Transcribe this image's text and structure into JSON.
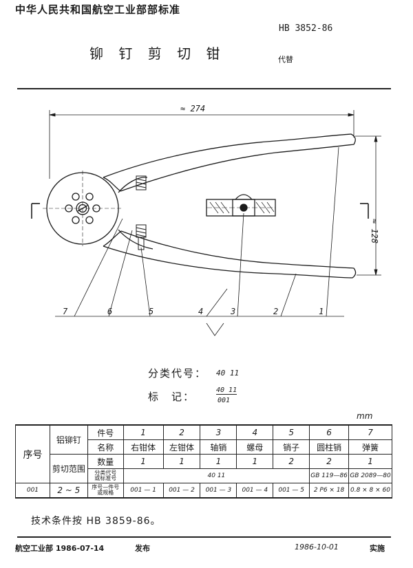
{
  "header": {
    "org": "中华人民共和国航空工业部部标准",
    "code": "HB 3852-86",
    "title": "铆 钉 剪 切 钳",
    "replaces": "代替"
  },
  "drawing": {
    "dim_width": "≈ 274",
    "dim_height": "≈ 128",
    "callouts": [
      "7",
      "6",
      "5",
      "4",
      "3",
      "2",
      "1"
    ]
  },
  "classification": {
    "label": "分类代号：",
    "value": "40 11",
    "mark_label": "标　记：",
    "mark_top": "40 11",
    "mark_bottom": "001"
  },
  "units": "mm",
  "table": {
    "col_seq": "序号",
    "col_range_a": "铝铆钉",
    "col_range_b": "剪切范围",
    "row_part_no": "件号",
    "row_name": "名称",
    "row_qty": "数量",
    "row_code": [
      "分类代号",
      "或标准号"
    ],
    "row_partcode": [
      "序号—件号",
      "或规格"
    ],
    "part_numbers": [
      "1",
      "2",
      "3",
      "4",
      "5",
      "6",
      "7"
    ],
    "names": [
      "右钳体",
      "左钳体",
      "轴销",
      "螺母",
      "销子",
      "圆柱销",
      "弹簧"
    ],
    "quantities": [
      "1",
      "1",
      "1",
      "1",
      "2",
      "2",
      "1"
    ],
    "code_common": "40 11",
    "code_6": "GB 119—86",
    "code_7": "GB 2089—80",
    "data_seq": "001",
    "data_range": "2 ~ 5",
    "data_codes": [
      "001 — 1",
      "001 — 2",
      "001 — 3",
      "001 — 4",
      "001 — 5",
      "2 P6 × 18",
      "0.8 × 8 × 60"
    ]
  },
  "tech_note": "技术条件按 HB 3859-86。",
  "footer": {
    "issuer": "航空工业部 1986-07-14",
    "issue": "发布",
    "impl_date": "1986-10-01",
    "impl": "实施"
  }
}
